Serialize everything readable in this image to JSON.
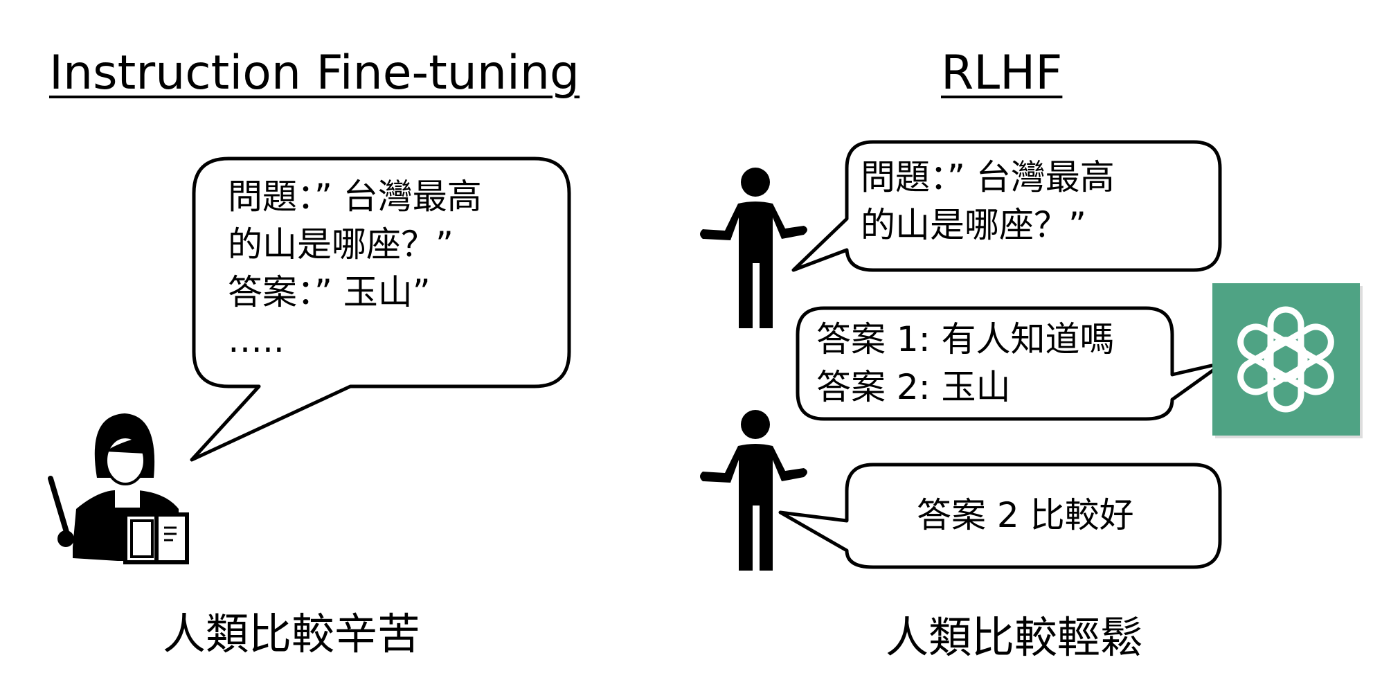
{
  "left": {
    "title": "Instruction Fine-tuning",
    "bubble_lines": [
      "問題：” 台灣最高",
      "的山是哪座？”",
      "答案：” 玉山”",
      "….."
    ],
    "caption": "人類比較辛苦"
  },
  "right": {
    "title": "RLHF",
    "question_lines": [
      "問題：” 台灣最高",
      "的山是哪座？”"
    ],
    "answer_lines": [
      "答案 1: 有人知道嗎",
      "答案 2: 玉山"
    ],
    "preference": "答案 2 比較好",
    "caption": "人類比較輕鬆"
  },
  "colors": {
    "logo_bg": "#4fa384",
    "stroke": "#000000"
  },
  "icons": [
    "teacher-icon",
    "person-icon",
    "chatgpt-logo-icon"
  ]
}
